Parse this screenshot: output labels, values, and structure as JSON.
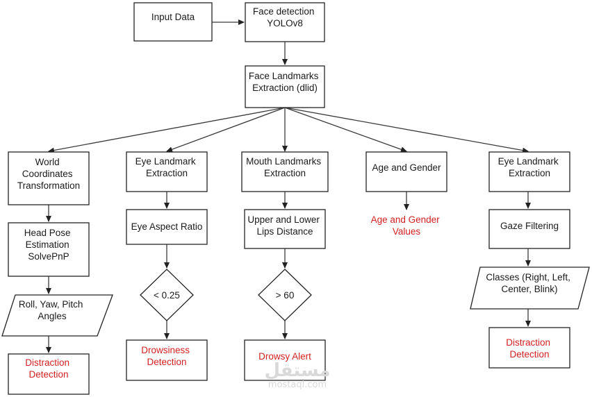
{
  "nodes": {
    "input_data": [
      "Input Data"
    ],
    "face_detection": [
      "Face detection",
      "YOLOv8"
    ],
    "face_landmarks": [
      "Face Landmarks",
      "Extraction (dlid)"
    ],
    "world_coords": [
      "World",
      "Coordinates",
      "Transformation"
    ],
    "head_pose": [
      "Head Pose",
      "Estimation",
      "SolvePnP"
    ],
    "angles": [
      "Roll, Yaw, Pitch",
      "Angles"
    ],
    "distraction_1": [
      "Distraction",
      "Detection"
    ],
    "eye_landmark_1": [
      "Eye Landmark",
      "Extraction"
    ],
    "eye_aspect_ratio": [
      "Eye Aspect Ratio"
    ],
    "threshold_ear": [
      "< 0.25"
    ],
    "drowsiness": [
      "Drowsiness",
      "Detection"
    ],
    "mouth_landmarks": [
      "Mouth Landmarks",
      "Extraction"
    ],
    "lips_distance": [
      "Upper and Lower",
      "Lips Distance"
    ],
    "threshold_mouth": [
      "> 60"
    ],
    "drowsy_alert": [
      "Drowsy Alert"
    ],
    "age_gender": [
      "Age and Gender"
    ],
    "age_gender_values": [
      "Age and Gender",
      "Values"
    ],
    "eye_landmark_2": [
      "Eye Landmark",
      "Extraction"
    ],
    "gaze_filtering": [
      "Gaze Filtering"
    ],
    "classes": [
      "Classes (Right, Left,",
      "Center, Blink)"
    ],
    "distraction_2": [
      "Distraction",
      "Detection"
    ]
  },
  "colors": {
    "stroke": "#222222",
    "text": "#1a1a1a",
    "alert": "#d42020"
  },
  "watermark": {
    "arabic": "مستقل",
    "latin": "mostaql.com"
  }
}
